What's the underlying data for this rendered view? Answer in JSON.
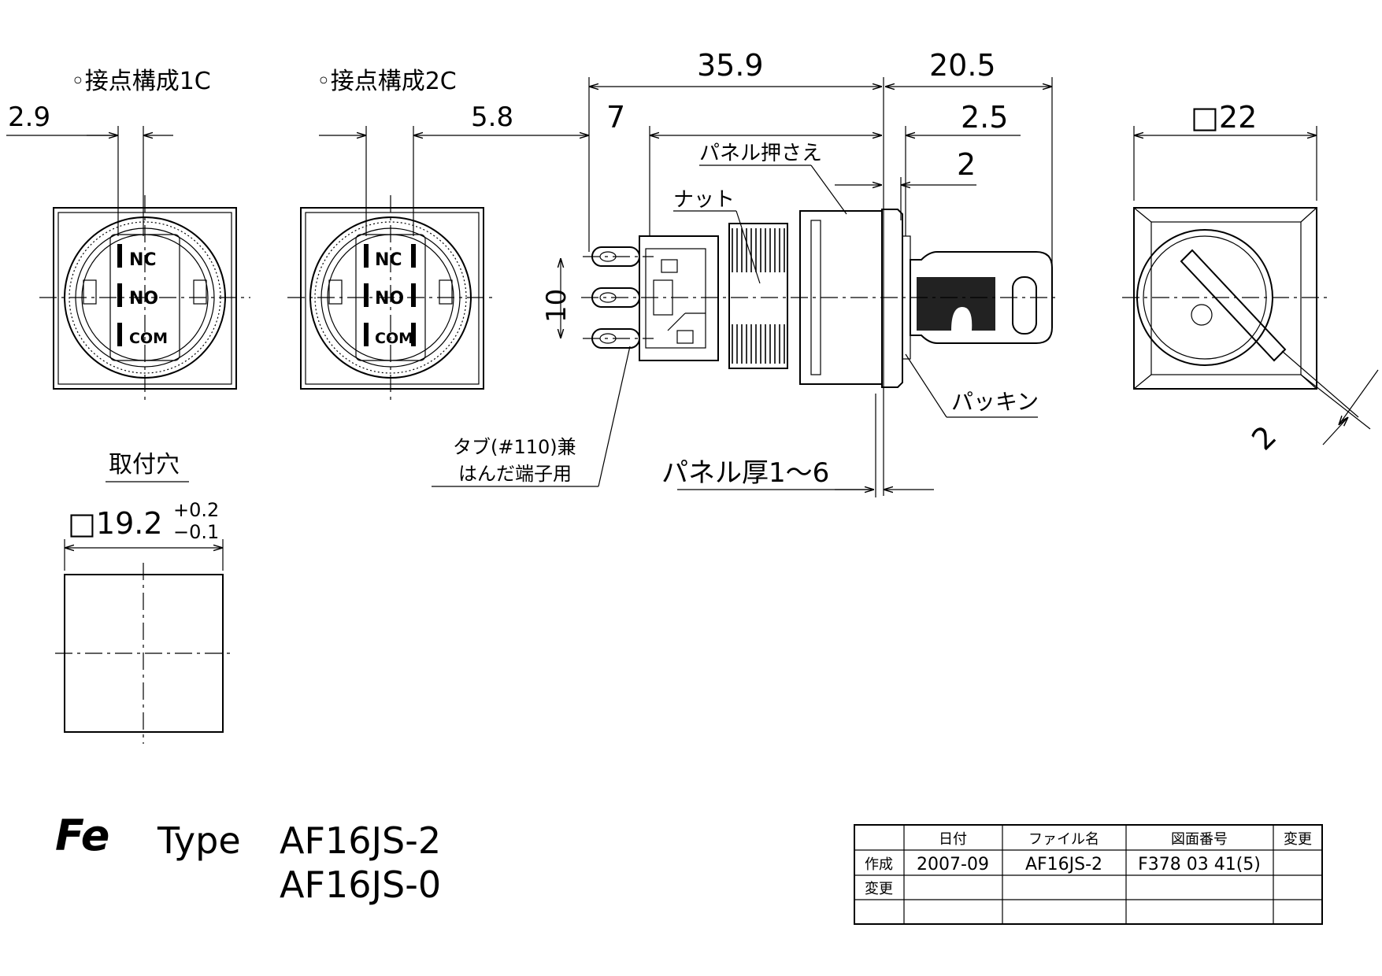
{
  "front_views": [
    {
      "heading": "◦接点構成1C",
      "dim": "2.9"
    },
    {
      "heading": "◦接点構成2C",
      "dim": "5.8"
    }
  ],
  "contacts": {
    "nc": "NC",
    "no": "NO",
    "com": "COM"
  },
  "side_view": {
    "dim_total": "35.9",
    "dim_front": "20.5",
    "dim_rear": "7",
    "dim_bezel": "2.5",
    "dim_gasket": "2",
    "dim_pitch": "10",
    "label_panel_retainer": "パネル押さえ",
    "label_nut": "ナット",
    "label_gasket": "パッキン",
    "label_tab_line1": "タブ(#110)兼",
    "label_tab_line2": "はんだ端子用",
    "label_panel_thickness": "パネル厚1～6"
  },
  "top_view": {
    "dim_size": "□22",
    "dim_angle": "2"
  },
  "mounting_hole": {
    "heading": "取付穴",
    "size": "□19.2",
    "tol_plus": "+0.2",
    "tol_minus": "−0.1"
  },
  "title_block_model": {
    "logo": "Fe",
    "type_label": "Type",
    "model_1": "AF16JS-2",
    "model_2": "AF16JS-0"
  },
  "revision_table": {
    "headers": [
      "",
      "日付",
      "ファイル名",
      "図面番号",
      "変更"
    ],
    "rows": [
      [
        "作成",
        "2007-09",
        "AF16JS-2",
        "F378 03 41(5)",
        ""
      ],
      [
        "変更",
        "",
        "",
        "",
        ""
      ],
      [
        "",
        "",
        "",
        "",
        ""
      ]
    ]
  }
}
